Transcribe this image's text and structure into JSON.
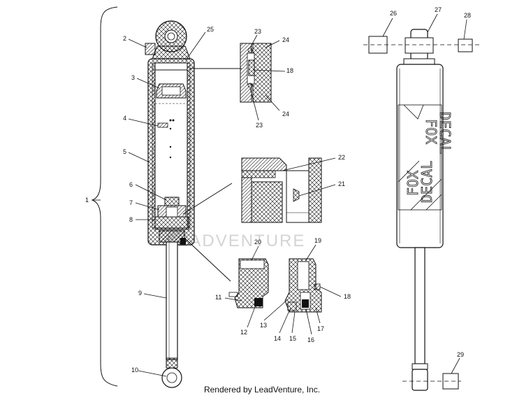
{
  "callouts": {
    "c1": "1",
    "c2": "2",
    "c3": "3",
    "c4": "4",
    "c5": "5",
    "c6": "6",
    "c7": "7",
    "c8": "8",
    "c9": "9",
    "c10": "10",
    "c11": "11",
    "c12": "12",
    "c13": "13",
    "c14": "14",
    "c15": "15",
    "c16": "16",
    "c17": "17",
    "c18a": "18",
    "c18b": "18",
    "c19": "19",
    "c20": "20",
    "c21": "21",
    "c22": "22",
    "c23a": "23",
    "c23b": "23",
    "c24a": "24",
    "c24b": "24",
    "c25": "25",
    "c26": "26",
    "c27": "27",
    "c28": "28",
    "c29": "29"
  },
  "decal_text": [
    "FOX",
    "DECAL",
    "FOX",
    "DECAL"
  ],
  "watermark": "LEADVENTURE",
  "footer": "Rendered by LeadVenture, Inc."
}
